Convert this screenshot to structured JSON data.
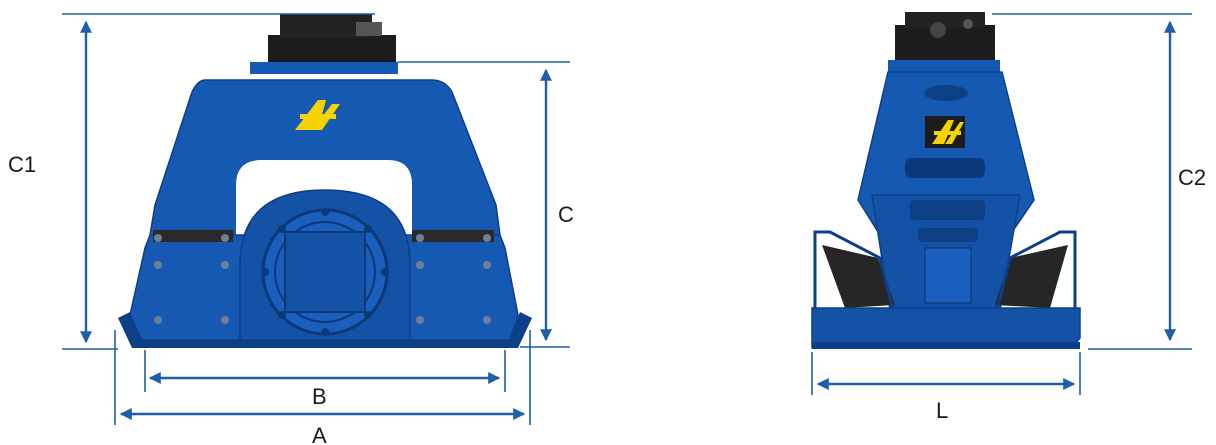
{
  "dimensions": {
    "front": {
      "c1": "C1",
      "c": "C",
      "b": "B",
      "a": "A"
    },
    "side": {
      "c2": "C2",
      "l": "L"
    }
  },
  "colors": {
    "body": "#1659b3",
    "body_dark": "#0d3f86",
    "rubber": "#2a2a2a",
    "logo": "#f5d300",
    "top_unit": "#1c1c1c",
    "dimension_line": "#1f5fa6"
  }
}
